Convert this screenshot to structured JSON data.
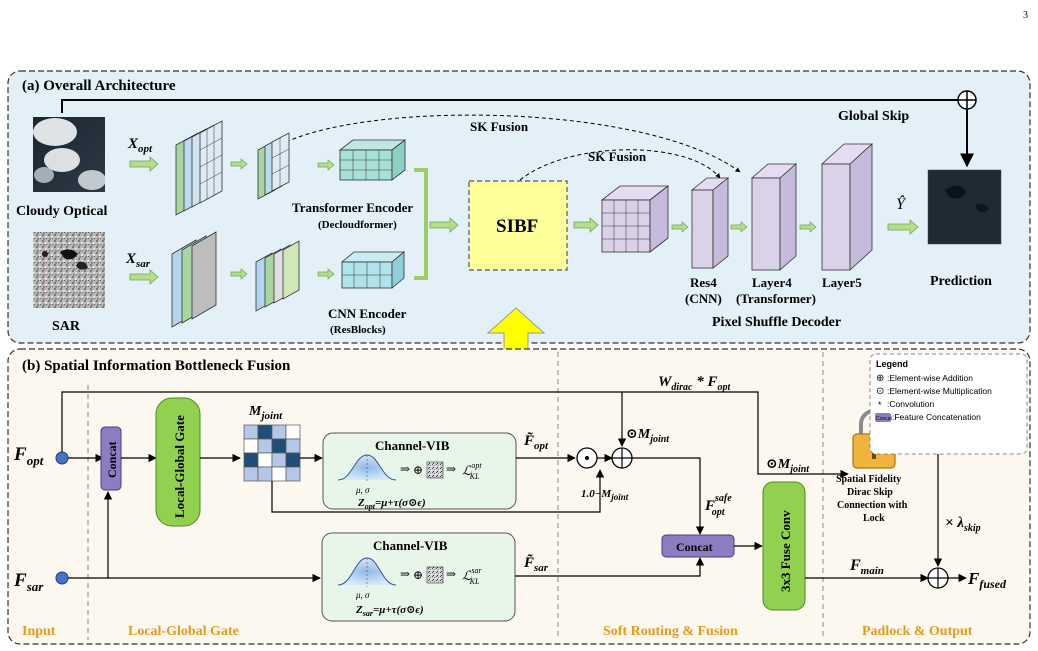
{
  "page_number": "3",
  "panel_a": {
    "title": "(a) Overall Architecture",
    "global_skip": "Global Skip",
    "sk_fusion_top": "SK Fusion",
    "sk_fusion_mid": "SK Fusion",
    "cloudy_optical": "Cloudy Optical",
    "sar": "SAR",
    "x_opt": "X",
    "x_opt_sub": "opt",
    "x_sar": "X",
    "x_sar_sub": "sar",
    "transformer_encoder": "Transformer Encoder",
    "decloudformer": "(Decloudformer)",
    "cnn_encoder": "CNN Encoder",
    "resblocks": "(ResBlocks)",
    "sibf": "SIBF",
    "res4": "Res4",
    "res4_sub": "(CNN)",
    "layer4": "Layer4",
    "layer4_sub": "(Transformer)",
    "layer5": "Layer5",
    "pixel_shuffle": "Pixel Shuffle Decoder",
    "y_hat": "Ŷ",
    "prediction": "Prediction"
  },
  "panel_b": {
    "title": "(b) Spatial Information Bottleneck Fusion",
    "f_opt": "F",
    "f_opt_sub": "opt",
    "f_sar": "F",
    "f_sar_sub": "sar",
    "concat_vertical": "Concat",
    "local_global_gate": "Local-Global Gate",
    "m_joint": "M",
    "m_joint_sub": "joint",
    "channel_vib_top": "Channel-VIB",
    "channel_vib_bottom": "Channel-VIB",
    "mu_sigma_top": "μ, σ",
    "mu_sigma_bottom": "μ, σ",
    "z_opt": "Z",
    "z_opt_sub": "opt",
    "z_opt_eq": "=μ+τ(σ⊙ϵ)",
    "z_sar": "Z",
    "z_sar_sub": "sar",
    "z_sar_eq": "=μ+τ(σ⊙ϵ)",
    "l_kl_opt": "ℒ",
    "l_kl_opt_sup": "opt",
    "l_kl_sub": "KL",
    "l_kl_sar": "ℒ",
    "l_kl_sar_sup": "sar",
    "f_tilde_opt": "F̃",
    "f_tilde_opt_sub": "opt",
    "f_tilde_sar": "F̃",
    "f_tilde_sar_sub": "sar",
    "one_minus_m": "1.0−M",
    "one_minus_m_sub": "joint",
    "odot_m_joint": "⊙M",
    "odot_m_joint_sub": "joint",
    "w_dirac": "W",
    "w_dirac_sub": "dirac",
    "w_dirac_rest": " * F",
    "w_dirac_rest_sub": "opt",
    "odot_m_joint2": "⊙M",
    "odot_m_joint2_sub": "joint",
    "f_safe": "F",
    "f_safe_sup": "safe",
    "f_safe_sub": "opt",
    "concat_horizontal": "Concat",
    "fuse_conv": "3x3 Fuse Conv",
    "f_main": "F",
    "f_main_sub": "main",
    "f_fused": "F",
    "f_fused_sub": "fused",
    "lambda_skip": "× λ",
    "lambda_skip_sub": "skip",
    "lock_label_1": "Spatial Fidelity",
    "lock_label_2": "Dirac Skip",
    "lock_label_3": "Connection with",
    "lock_label_4": "Lock",
    "section_input": "Input",
    "section_gate": "Local-Global Gate",
    "section_routing": "Soft Routing & Fusion",
    "section_output": "Padlock & Output"
  },
  "legend": {
    "title": "Legend",
    "items": [
      {
        "symbol": "⊕",
        "text": ":Element-wise Addition"
      },
      {
        "symbol": "⊙",
        "text": ":Element-wise Multiplication"
      },
      {
        "symbol": "*",
        "text": ":Convolution"
      },
      {
        "symbol": "Concat",
        "text": ":Feature Concatenation"
      }
    ]
  },
  "colors": {
    "panel_a_bg": "#e3f0f8",
    "panel_b_bg": "#fcf8f0",
    "green_arrow": "#9ccc65",
    "sibf_fill": "#ffff99",
    "gate_green": "#92d050",
    "vib_bg": "#e8f5e9",
    "concat_purple": "#8e7cc3",
    "decoder_lilac": "#d9d2e9",
    "orange_label": "#e39b1b",
    "yellow_arrow": "#ffff00",
    "blue_node": "#4472c4"
  }
}
